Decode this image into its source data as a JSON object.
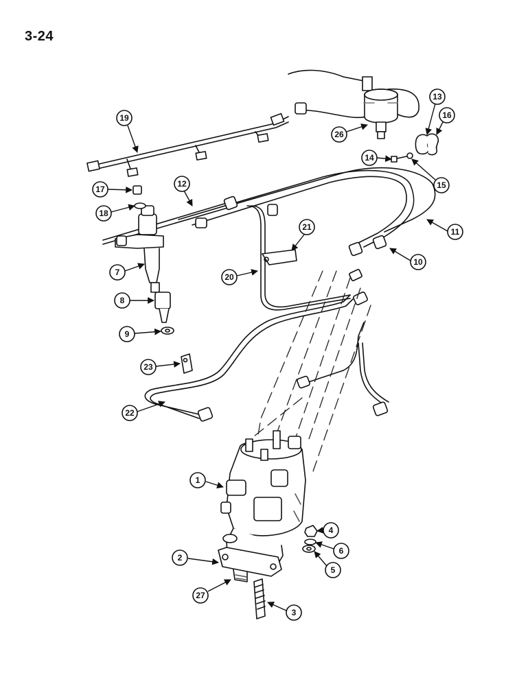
{
  "page": {
    "number": "3-24"
  },
  "colors": {
    "ink": "#111111",
    "paper": "#ffffff",
    "shade": "#888888"
  },
  "diagram": {
    "callouts": [
      {
        "id": "1",
        "label": "1"
      },
      {
        "id": "2",
        "label": "2"
      },
      {
        "id": "3",
        "label": "3"
      },
      {
        "id": "4",
        "label": "4"
      },
      {
        "id": "5",
        "label": "5"
      },
      {
        "id": "6",
        "label": "6"
      },
      {
        "id": "7",
        "label": "7"
      },
      {
        "id": "8",
        "label": "8"
      },
      {
        "id": "9",
        "label": "9"
      },
      {
        "id": "10",
        "label": "10"
      },
      {
        "id": "11",
        "label": "11"
      },
      {
        "id": "12",
        "label": "12"
      },
      {
        "id": "13",
        "label": "13"
      },
      {
        "id": "14",
        "label": "14"
      },
      {
        "id": "15",
        "label": "15"
      },
      {
        "id": "16",
        "label": "16"
      },
      {
        "id": "17",
        "label": "17"
      },
      {
        "id": "18",
        "label": "18"
      },
      {
        "id": "19",
        "label": "19"
      },
      {
        "id": "20",
        "label": "20"
      },
      {
        "id": "21",
        "label": "21"
      },
      {
        "id": "22",
        "label": "22"
      },
      {
        "id": "23",
        "label": "23"
      },
      {
        "id": "26",
        "label": "26"
      },
      {
        "id": "27",
        "label": "27"
      }
    ]
  }
}
